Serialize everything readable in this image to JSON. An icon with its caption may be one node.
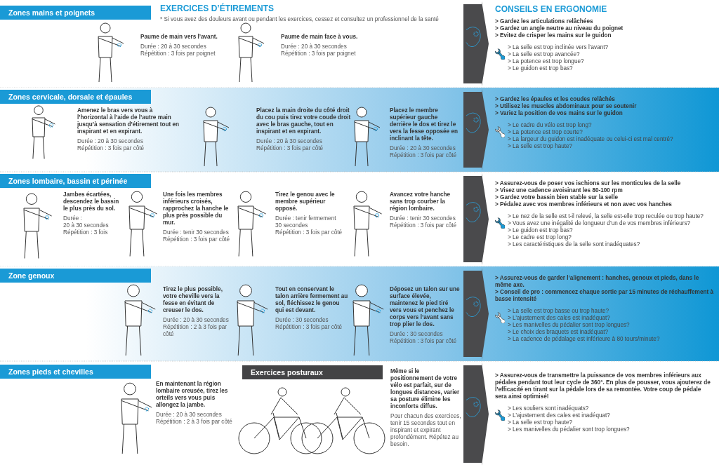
{
  "diagram": {
    "nodes": [
      {
        "text": [
          "Zones mains et poignets"
        ]
      },
      {
        "text": [
          "Zones cervicale, dorsale et épaules"
        ]
      },
      {
        "text": [
          "Zones lombaire, bassin et périnée"
        ]
      },
      {
        "text": [
          "Zone genoux"
        ]
      },
      {
        "text": [
          "Zones pieds et chevilles"
        ]
      },
      {
        "text": [
          "Exercices posturaux"
        ]
      }
    ],
    "labels": [
      "EXERCICES D’ÉTIREMENTS",
      "* Si vous avez des douleurs avant ou pendant les exercices, cessez et consultez un professionnel de la santé",
      "CONSEILS EN ERGONOMIE",
      "Paume de main vers l’avant.",
      "Durée : 20 à 30 secondes",
      "Répétition : 3 fois par poignet",
      "Paume de main face à vous.",
      "Durée : 20 à 30 secondes",
      "Répétition : 3 fois par poignet",
      "> Gardez les articulations relâchées",
      "> Gardez un angle neutre au niveau du poignet",
      "> Evitez de crisper les mains sur le guidon",
      "> La selle est trop inclinée vers l’avant?",
      "> La selle est trop avancée?",
      "> La potence est trop longue?",
      "> Le guidon est trop bas?",
      "Amenez le bras vers vous à l’horizontal à l’aide de l’autre main jusqu’à sensation d’étirement tout en inspirant et en expirant.",
      "Durée : 20 à 30 secondes",
      "Répétition : 3 fois par côté",
      "Placez la main droite du côté droit du cou puis tirez votre coude droit avec le bras gauche, tout en inspirant et en expirant.",
      "Durée : 20 à 30 secondes",
      "Répétition : 3 fois par côté",
      "Placez le membre supérieur gauche derrière le dos et tirez le vers la fesse opposée en inclinant la tête.",
      "Durée : 20 à 30 secondes",
      "Répétition : 3 fois par côté",
      "> Gardez les épaules et les coudes relâchés",
      "> Utilisez les muscles abdominaux pour se soutenir",
      "> Variez la position de vos mains sur le guidon",
      "> Le cadre du vélo est trop long?",
      "> La potence est trop courte?",
      "> La largeur du guidon est inadéquate ou celui-ci est mal centré?",
      "> La selle est trop haute?",
      "Jambes écartées, descendez le bassin le plus près du sol.",
      "Durée :",
      "20 à 30 secondes",
      "Répétition : 3 fois",
      "Une fois les membres inférieurs croisés, rapprochez la hanche le plus près possible du mur.",
      "Durée : tenir 30 secondes",
      "Répétition : 3 fois par côté",
      "Tirez le genou avec le membre supérieur opposé.",
      "Durée : tenir fermement",
      "30 secondes",
      "Répétition : 3 fois par côté",
      "Avancez votre hanche sans trop courber la région lombaire.",
      "Durée : tenir 30 secondes",
      "Répétition : 3 fois par côté",
      "> Assurez-vous de poser vos ischions sur les monticules de la selle",
      "> Visez une cadence avoisinant les 80-100 rpm",
      "> Gardez votre bassin bien stable sur la selle",
      "> Pédalez avec vos membres inférieurs et non avec vos hanches",
      "> Le nez de la selle est t-il relevé, la selle est-elle trop reculée ou trop haute?",
      "> Vous avez une inégalité de longueur d’un de vos membres inférieurs?",
      "> Le guidon est trop bas?",
      "> Le cadre est trop long?",
      "> Les caractéristiques de la selle sont inadéquates?",
      "Tirez le plus possible, votre cheville vers la fesse en évitant de creuser le dos.",
      "Durée : 20 à 30 secondes",
      "Répétition : 2 à 3 fois par côté",
      "Tout en conservant le talon arrière fermement au sol, fléchissez le genou qui est devant.",
      "Durée : 30 secondes",
      "Répétition : 3 fois par côté",
      "Déposez un talon sur une surface élevée, maintenez le pied tiré vers vous et penchez le corps vers l’avant sans trop plier le dos.",
      "Durée : 30 secondes",
      "Répétition : 3 fois par côté",
      "> Assurez-vous de garder l’alignement : hanches, genoux et pieds, dans le même axe.",
      "> Conseil de pro : commencez chaque sortie par 15 minutes de réchauffement à basse intensité",
      "> La selle est trop basse ou trop haute?",
      "> L’ajustement des cales est inadéquat?",
      "> Les manivelles du pédalier sont trop longues?",
      "> Le choix des braquets est inadéquat?",
      "> La cadence de pédalage est inférieure à 80 tours/minute?",
      "En maintenant la région lombaire creusée, tirez les orteils vers vous puis allongez la jambe.",
      "Durée : 20 à 30 secondes",
      "Répétition : 2 à 3 fois par côté",
      "Même si le positionnement de votre vélo est parfait, sur de longues distances, varier sa posture élimine les inconforts diffus.",
      "Pour chacun des exercices, tenir 15 secondes tout en inspirant et expirant profondément. Répétez au besoin.",
      "> Assurez-vous de transmettre la puissance de vos membres inférieurs aux pédales pendant tout leur cycle de 360°. En plus de pousser, vous ajouterez de l’efficacité en tirant sur la pédale lors de sa remontée. Votre coup de pédale sera ainsi optimisé!",
      "> Les souliers sont inadéquats?",
      "> L’ajustement des cales est inadéquat?",
      "> La selle est trop haute?",
      "> Les manivelles du pédalier sont trop longues?"
    ]
  }
}
